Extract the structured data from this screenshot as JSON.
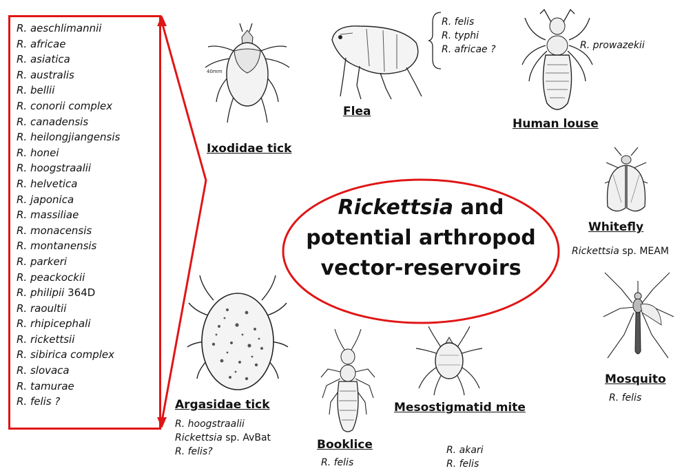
{
  "title": {
    "line1_italic": "Rickettsia",
    "line1_rest": " and",
    "line2": "potential arthropod",
    "line3": "vector-reservoirs"
  },
  "species_list": [
    {
      "italic": "R. aeschlimannii",
      "plain": ""
    },
    {
      "italic": "R. africae",
      "plain": ""
    },
    {
      "italic": "R. asiatica",
      "plain": ""
    },
    {
      "italic": "R. australis",
      "plain": ""
    },
    {
      "italic": "R. bellii",
      "plain": ""
    },
    {
      "italic": "R. conorii complex",
      "plain": ""
    },
    {
      "italic": "R. canadensis",
      "plain": ""
    },
    {
      "italic": "R. heilongjiangensis",
      "plain": ""
    },
    {
      "italic": "R. honei",
      "plain": ""
    },
    {
      "italic": "R. hoogstraalii",
      "plain": ""
    },
    {
      "italic": "R. helvetica",
      "plain": ""
    },
    {
      "italic": "R. japonica",
      "plain": ""
    },
    {
      "italic": "R. massiliae",
      "plain": ""
    },
    {
      "italic": "R. monacensis",
      "plain": ""
    },
    {
      "italic": "R. montanensis",
      "plain": ""
    },
    {
      "italic": "R. parkeri",
      "plain": ""
    },
    {
      "italic": "R. peackockii",
      "plain": ""
    },
    {
      "italic": "R. philipii",
      "plain": " 364D"
    },
    {
      "italic": "R. raoultii",
      "plain": ""
    },
    {
      "italic": "R. rhipicephali",
      "plain": ""
    },
    {
      "italic": " R. rickettsii",
      "plain": ""
    },
    {
      "italic": "R. sibirica  complex",
      "plain": ""
    },
    {
      "italic": "R. slovaca",
      "plain": ""
    },
    {
      "italic": "R. tamurae",
      "plain": ""
    },
    {
      "italic": "R. felis ?",
      "plain": ""
    }
  ],
  "vectors": {
    "ixodidae": {
      "label": "Ixodidae tick",
      "scale_text": "40mm"
    },
    "flea": {
      "label": "Flea",
      "notes": [
        "R. felis",
        "R. typhi",
        "R. africae ?"
      ]
    },
    "louse": {
      "label": "Human louse",
      "note": "R. prowazekii"
    },
    "whitefly": {
      "label": "Whitefly",
      "note_italic": "Rickettsia",
      "note_plain": " sp. MEAM"
    },
    "mosquito": {
      "label": "Mosquito",
      "note": "R. felis"
    },
    "argasidae": {
      "label": "Argasidae tick",
      "notes": [
        {
          "italic": "R. hoogstraalii",
          "plain": ""
        },
        {
          "italic": "Rickettsia",
          "plain": " sp. AvBat"
        },
        {
          "italic": "R. felis?",
          "plain": ""
        }
      ]
    },
    "booklice": {
      "label": "Booklice",
      "note": "R. felis"
    },
    "mite": {
      "label": "Mesostigmatid mite",
      "notes": [
        "R. akari",
        "R. felis"
      ]
    }
  },
  "colors": {
    "accent_red": "#e01515",
    "ink": "#111111"
  }
}
